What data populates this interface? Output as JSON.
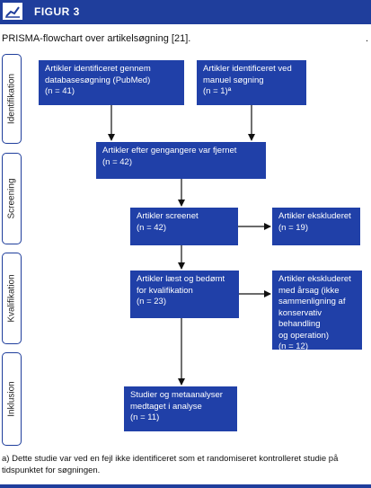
{
  "header": {
    "figure_label": "FIGUR 3",
    "logo_icon": "line-chart-icon"
  },
  "subtitle": "PRISMA-flowchart over artikelsøgning [21].",
  "subtitle_mark": ".",
  "phases": [
    "Identifikation",
    "Screening",
    "Kvalifikation",
    "Inklusion"
  ],
  "boxes": {
    "pubmed": [
      "Artikler identificeret gennem",
      "databasesøgning (PubMed)",
      "(n = 41)"
    ],
    "manual": [
      "Artikler identificeret ved",
      "manuel søgning",
      "(n = 1)ª"
    ],
    "dedup": [
      "Artikler efter gengangere var fjernet",
      "(n = 42)"
    ],
    "screened": [
      "Artikler screenet",
      "(n = 42)"
    ],
    "excluded": [
      "Artikler ekskluderet",
      "(n = 19)"
    ],
    "assessed": [
      "Artikler læst og bedømt",
      "for kvalifikation",
      "(n = 23)"
    ],
    "excluded_reasons": [
      "Artikler ekskluderet",
      "med årsag (ikke",
      "sammenligning af",
      "konservativ behandling",
      "og operation)",
      "(n = 12)"
    ],
    "included": [
      "Studier og metaanalyser",
      "medtaget i analyse",
      "(n = 11)"
    ]
  },
  "footnote": "a) Dette studie var ved en fejl ikke identificeret som et randomiseret kontrolleret studie på tidspunktet for søgningen.",
  "colors": {
    "brand_blue": "#1f3e9c",
    "box_blue": "#2040a8"
  }
}
